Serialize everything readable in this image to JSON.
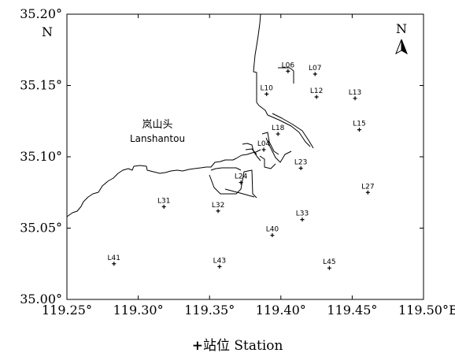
{
  "map": {
    "extent": {
      "lon": [
        119.25,
        119.5
      ],
      "lat": [
        35.0,
        35.2
      ]
    },
    "x_ticks": [
      {
        "value": 119.25,
        "label": "119.25°"
      },
      {
        "value": 119.3,
        "label": "119.30°"
      },
      {
        "value": 119.35,
        "label": "119.35°"
      },
      {
        "value": 119.4,
        "label": "119.40°"
      },
      {
        "value": 119.45,
        "label": "119.45°"
      },
      {
        "value": 119.5,
        "label": "119.50°"
      }
    ],
    "x_unit": "E",
    "y_ticks": [
      {
        "value": 35.0,
        "label": "35.00°"
      },
      {
        "value": 35.05,
        "label": "35.05°"
      },
      {
        "value": 35.1,
        "label": "35.10°"
      },
      {
        "value": 35.15,
        "label": "35.15°"
      },
      {
        "value": 35.2,
        "label": "35.20°"
      }
    ],
    "y_unit": "N",
    "north_label": "N",
    "place_name_cn": "岚山头",
    "place_name_en": "Lanshantou",
    "legend_symbol": "+",
    "legend_label": "站位 Station",
    "stations": [
      {
        "name": "L06",
        "lon": 119.405,
        "lat": 35.16
      },
      {
        "name": "L07",
        "lon": 119.424,
        "lat": 35.158
      },
      {
        "name": "L10",
        "lon": 119.39,
        "lat": 35.144
      },
      {
        "name": "L12",
        "lon": 119.425,
        "lat": 35.142
      },
      {
        "name": "L13",
        "lon": 119.452,
        "lat": 35.141
      },
      {
        "name": "L15",
        "lon": 119.455,
        "lat": 35.119
      },
      {
        "name": "L18",
        "lon": 119.398,
        "lat": 35.116
      },
      {
        "name": "L04",
        "lon": 119.388,
        "lat": 35.105
      },
      {
        "name": "L23",
        "lon": 119.414,
        "lat": 35.092
      },
      {
        "name": "L24",
        "lon": 119.372,
        "lat": 35.082
      },
      {
        "name": "L27",
        "lon": 119.461,
        "lat": 35.075
      },
      {
        "name": "L31",
        "lon": 119.318,
        "lat": 35.065
      },
      {
        "name": "L32",
        "lon": 119.356,
        "lat": 35.062
      },
      {
        "name": "L33",
        "lon": 119.415,
        "lat": 35.056
      },
      {
        "name": "L40",
        "lon": 119.394,
        "lat": 35.045
      },
      {
        "name": "L41",
        "lon": 119.283,
        "lat": 35.025
      },
      {
        "name": "L43",
        "lon": 119.357,
        "lat": 35.023
      },
      {
        "name": "L45",
        "lon": 119.434,
        "lat": 35.022
      }
    ]
  }
}
